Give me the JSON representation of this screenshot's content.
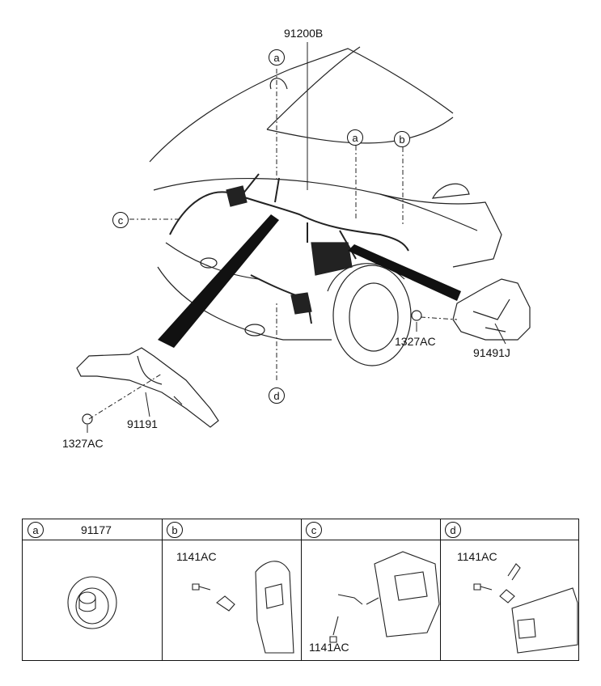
{
  "main_diagram": {
    "part_labels": {
      "wiring_harness": "91200B",
      "bracket_left": "91191",
      "bracket_right": "91491J",
      "nut_left": "1327AC",
      "nut_right": "1327AC"
    },
    "callouts": {
      "top_a": "a",
      "mid_a": "a",
      "b": "b",
      "c": "c",
      "d": "d"
    }
  },
  "legend_table": {
    "columns": [
      {
        "letter": "a",
        "part": "91177"
      },
      {
        "letter": "b",
        "part": "1141AC"
      },
      {
        "letter": "c",
        "part": "1141AC"
      },
      {
        "letter": "d",
        "part": "1141AC"
      }
    ]
  }
}
